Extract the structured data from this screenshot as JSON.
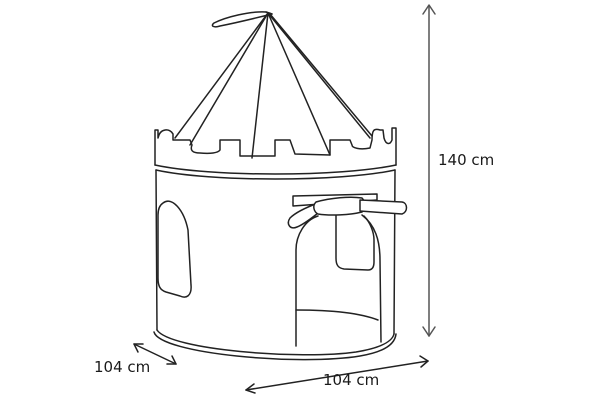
{
  "figure": {
    "subject": "castle play tent",
    "dimensions": {
      "height": {
        "label": "140 cm",
        "value": 140,
        "unit": "cm"
      },
      "depth": {
        "label": "104 cm",
        "value": 104,
        "unit": "cm"
      },
      "width": {
        "label": "104 cm",
        "value": 104,
        "unit": "cm"
      }
    },
    "colors": {
      "ink": "#222222",
      "dimension_line": "#555555",
      "background": "#ffffff"
    }
  }
}
